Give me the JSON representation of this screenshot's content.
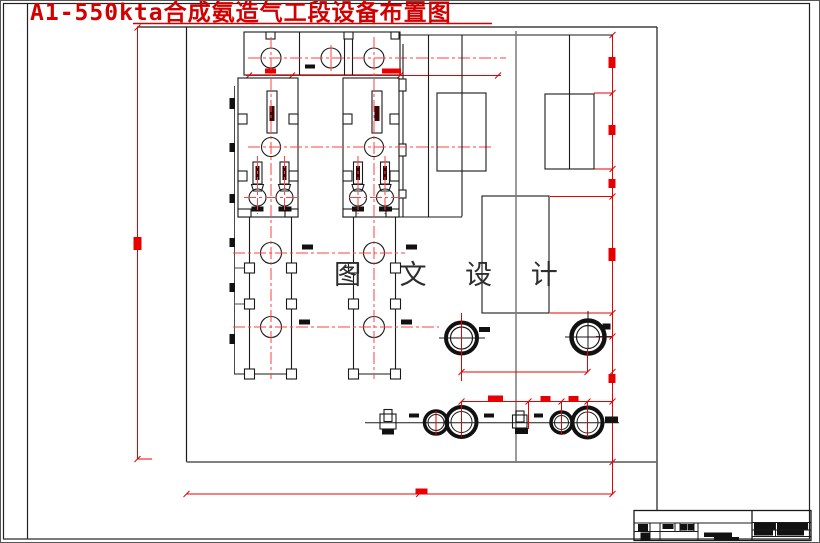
{
  "page": {
    "title": {
      "text": "A1-550kta合成氨造气工段设备布置图",
      "color": "#d40000",
      "underlined": true
    },
    "watermark": {
      "text": "图 文 设 计",
      "color": "#2e2e2e"
    },
    "sheet": {
      "background": "#ffffff",
      "border_color": "#1a1a1a"
    }
  },
  "drawing": {
    "kind": "cad-equipment-layout-plan",
    "line_color": "#1a1a1a",
    "auxiliary_line_color": "#7a7a7a",
    "centerline_color": "#ff4242",
    "dimension_color": "#e80000",
    "dimension_text": "redacted (solid red blocks)",
    "equipment_label_text": "redacted (solid black blocks)",
    "equipment_summary": {
      "top_bay_circular_units": 3,
      "equipment_trains": 2,
      "vertical_vessels_per_train": 3,
      "funnel_units_per_train": 2,
      "colonnade_circular_units": 4,
      "flanged_circular_units_mid": 2,
      "bottom_row_units": 6
    }
  },
  "title_block": {
    "present": true,
    "text": "redacted (solid black blocks)",
    "location": "bottom-right"
  }
}
